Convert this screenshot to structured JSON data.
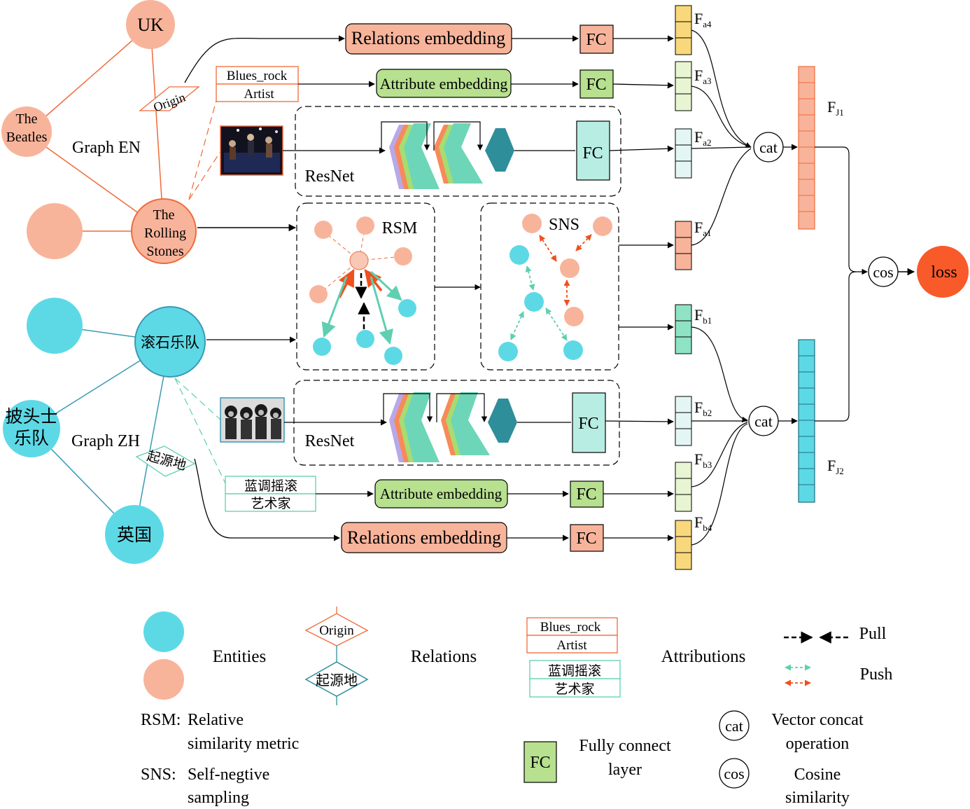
{
  "graph_en": {
    "label": "Graph EN",
    "nodes": {
      "uk": "UK",
      "beatles_1": "The",
      "beatles_2": "Beatles",
      "stones_1": "The",
      "stones_2": "Rolling",
      "stones_3": "Stones"
    },
    "relation": "Origin",
    "attr_1": "Blues_rock",
    "attr_2": "Artist"
  },
  "graph_zh": {
    "label": "Graph ZH",
    "nodes": {
      "rolling_stones": "滚石乐队",
      "beatles_1": "披头士",
      "beatles_2": "乐队",
      "uk": "英国"
    },
    "relation": "起源地",
    "attr_1": "蓝调摇滚",
    "attr_2": "艺术家"
  },
  "modules": {
    "relations_embedding": "Relations embedding",
    "attribute_embedding": "Attribute embedding",
    "fc": "FC",
    "resnet": "ResNet",
    "rsm": "RSM",
    "sns": "SNS",
    "cat": "cat",
    "cos": "cos",
    "loss": "loss"
  },
  "features": {
    "a4": {
      "base": "F",
      "sub": "a4"
    },
    "a3": {
      "base": "F",
      "sub": "a3"
    },
    "a2": {
      "base": "F",
      "sub": "a2"
    },
    "a1": {
      "base": "F",
      "sub": "a1"
    },
    "b1": {
      "base": "F",
      "sub": "b1"
    },
    "b2": {
      "base": "F",
      "sub": "b2"
    },
    "b3": {
      "base": "F",
      "sub": "b3"
    },
    "b4": {
      "base": "F",
      "sub": "b4"
    },
    "j1": {
      "base": "F",
      "sub": "J1"
    },
    "j2": {
      "base": "F",
      "sub": "J2"
    }
  },
  "legend": {
    "entities": "Entities",
    "relations": "Relations",
    "relation_en": "Origin",
    "relation_zh": "起源地",
    "attributions": "Attributions",
    "attr_en_1": "Blues_rock",
    "attr_en_2": "Artist",
    "attr_zh_1": "蓝调摇滚",
    "attr_zh_2": "艺术家",
    "pull": "Pull",
    "push": "Push",
    "rsm_key": "RSM:",
    "rsm_line1": "Relative",
    "rsm_line2": "similarity metric",
    "sns_key": "SNS:",
    "sns_line1": "Self-negtive",
    "sns_line2": "sampling",
    "fc": "FC",
    "fc_line1": "Fully connect",
    "fc_line2": "layer",
    "cat": "cat",
    "cat_line1": "Vector concat",
    "cat_line2": "operation",
    "cos": "cos",
    "cos_line1": "Cosine",
    "cos_line2": "similarity"
  },
  "colors": {
    "salmon": "#f8b49b",
    "salmon_edge": "#f06a3a",
    "cyan": "#5dd9e6",
    "cyan_edge": "#3a9ab3",
    "green_fill": "#cde8a8",
    "teal": "#6dd6b8",
    "loss": "#f85a2a",
    "yellow": "#f8d87a"
  }
}
